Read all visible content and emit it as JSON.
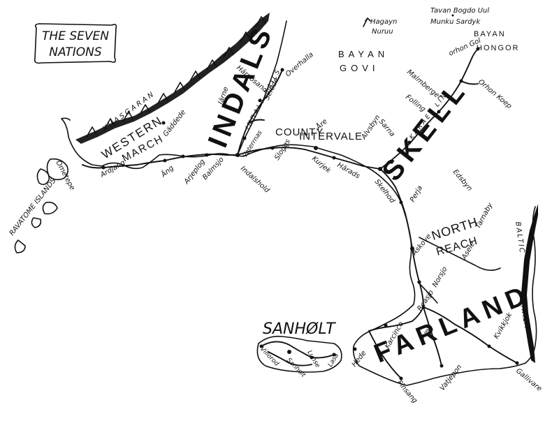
{
  "title_line1": "THE SEVEN",
  "title_line2": "NATIONS",
  "regions": {
    "indals": "INDALS",
    "skell": "SKELL",
    "farland": "FARLAND",
    "western": "WESTERN",
    "march": "MARCH",
    "county": "COUNTY",
    "intervale": "INTERVALE",
    "north": "NORTH",
    "reach": "REACH",
    "sanholt": "SANHØLT",
    "bayan": "BAYAN",
    "govi": "GOVI",
    "bayan_hongor_1": "BAYAN",
    "bayan_hongor_2": "HONGOR"
  },
  "features": {
    "kuasgaran": "KUASGARAN",
    "ravatome": "RAVATOME ISLANDS",
    "ometepe": "Ometepe",
    "hagayn": "Hagayn",
    "nuruu": "Nuruu",
    "tavan": "Tavan Bogdo Uul",
    "munku": "Munku Sardyk",
    "baltic": "BALTIC",
    "kaala": "KÅALA",
    "rail_indals": "INDALS RAILS",
    "rail_skell": "KARAEL LIN"
  },
  "towns": {
    "ardjang": "Ardjang",
    "gaddede": "Gäddede",
    "ang": "Äng",
    "arjeplog": "Arjeplog",
    "balmsjo": "Balmsjo",
    "jarne": "Järne",
    "harnosand": "Härnösand",
    "vaterrnas": "Vaterrnas",
    "indalshold": "Indalshold",
    "sloggs": "Sloggs",
    "selede": "Selede",
    "overhalla": "Overhalla",
    "are": "Åre",
    "kurjek": "Kurjek",
    "harads": "Härads",
    "sarna": "Sarna",
    "alvsbyn": "Alvsbyn",
    "skelhod": "Skelhod",
    "malmberget": "Malmberget",
    "folling": "Folling",
    "orhon_koep": "Orhon Koep",
    "orhon_gol": "orhon Gol",
    "edsbyn": "Edsbyn",
    "perja": "Perja",
    "tarnaby": "Tarnaby",
    "askove": "Askove",
    "norsjo": "Norsjo",
    "asele": "Asele",
    "reasjo": "Reasjo",
    "sveg": "Sveg",
    "karcinco": "Karcinco",
    "kvikkjok": "Kvikkjok",
    "hede": "Hede",
    "finsang": "Finsang",
    "vatjepon": "Vatjepon",
    "gallivare": "Gallivare",
    "villorod": "Villorod",
    "sanholt": "Sanholt",
    "lunse": "Lunse",
    "lasa": "Lasa"
  }
}
